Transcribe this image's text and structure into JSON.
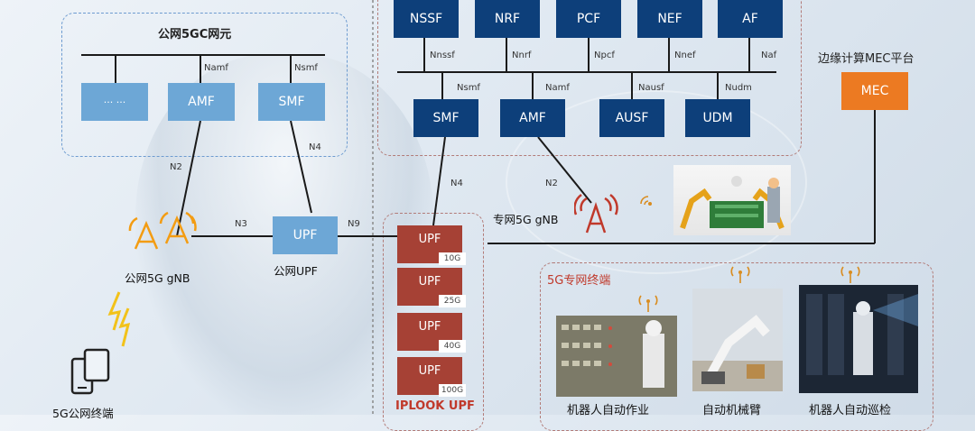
{
  "core_5gc": {
    "title": "公网5GC网元",
    "placeholder_box": "··· ···",
    "amf": "AMF",
    "smf": "SMF",
    "iface_namf": "Namf",
    "iface_nsmf": "Nsmf"
  },
  "private_core": {
    "top_nfs": [
      "NSSF",
      "NRF",
      "PCF",
      "NEF",
      "AF"
    ],
    "top_ifaces": [
      "Nnssf",
      "Nnrf",
      "Npcf",
      "Nnef",
      "Naf"
    ],
    "bottom_nfs": [
      "SMF",
      "AMF",
      "AUSF",
      "UDM"
    ],
    "bottom_ifaces": [
      "Nsmf",
      "Namf",
      "Nausf",
      "Nudm"
    ]
  },
  "mec": {
    "title": "边缘计算MEC平台",
    "box": "MEC"
  },
  "links": {
    "n2_public": "N2",
    "n4_public": "N4",
    "n3": "N3",
    "n9": "N9",
    "n4_private": "N4",
    "n2_private": "N2"
  },
  "public_gnb_label": "公网5G gNB",
  "public_upf": {
    "box": "UPF",
    "label": "公网UPF"
  },
  "private_gnb_label": "专网5G gNB",
  "iplook": {
    "title": "IPLOOK UPF",
    "units": [
      {
        "name": "UPF",
        "cap": "10G"
      },
      {
        "name": "UPF",
        "cap": "25G"
      },
      {
        "name": "UPF",
        "cap": "40G"
      },
      {
        "name": "UPF",
        "cap": "100G"
      }
    ]
  },
  "terminals": {
    "title": "5G专网终端",
    "items": [
      "机器人自动作业",
      "自动机械臂",
      "机器人自动巡检"
    ]
  },
  "public_terminal_label": "5G公网终端",
  "colors": {
    "nf_blue": "#0d3f7a",
    "light_blue": "#6da7d6",
    "mec_orange": "#ec7a22",
    "upf_red": "#a64135",
    "antenna_orange": "#f39c12",
    "antenna_red": "#c0392b"
  }
}
